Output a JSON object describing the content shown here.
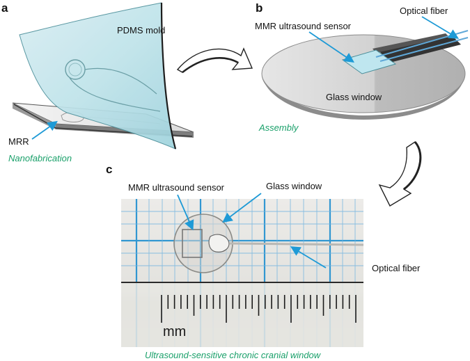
{
  "panels": {
    "a": {
      "letter": "a",
      "labels": {
        "mold": "PDMS mold",
        "resonator": "MRR"
      },
      "caption": "Nanofabrication"
    },
    "b": {
      "letter": "b",
      "labels": {
        "sensor": "MMR ultrasound sensor",
        "fiber": "Optical fiber",
        "window": "Glass window"
      },
      "caption": "Assembly"
    },
    "c": {
      "letter": "c",
      "labels": {
        "sensor": "MMR ultrasound sensor",
        "window": "Glass window",
        "fiber": "Optical fiber",
        "unit": "mm"
      },
      "caption": "Ultrasound-sensitive chronic cranial window"
    }
  },
  "colors": {
    "arrow_pointer": "#1e9ad6",
    "caption_green": "#1aa06a",
    "grid_blue": "#1e8fd0",
    "paper": "#e9e8e4"
  }
}
